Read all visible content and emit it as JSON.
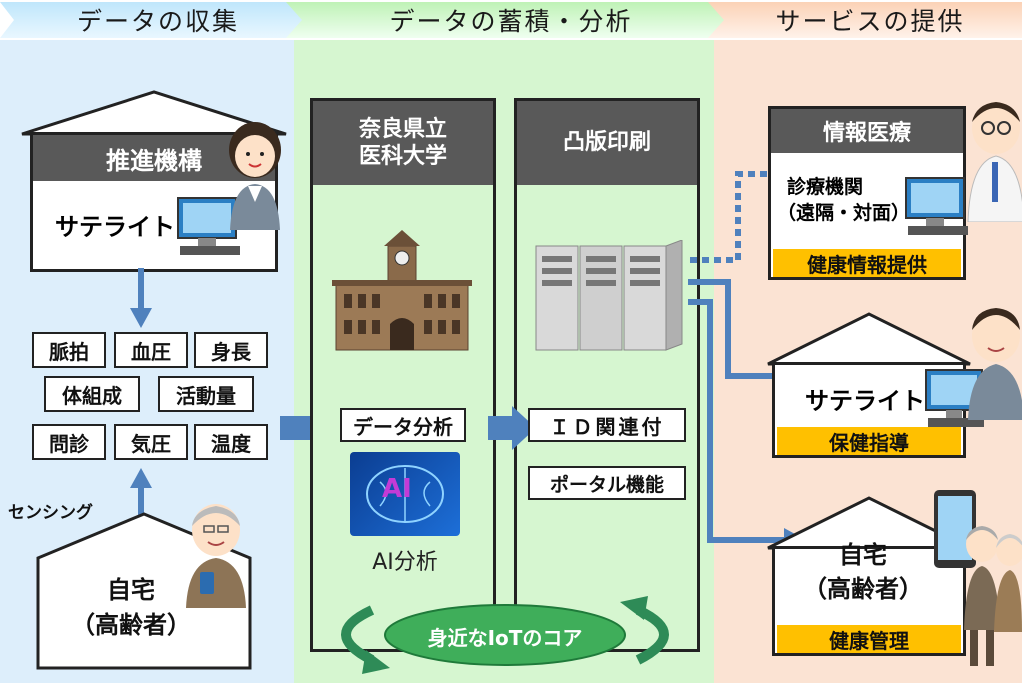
{
  "header": {
    "stage1": "データの収集",
    "stage2": "データの蓄積・分析",
    "stage3": "サービスの提供"
  },
  "collect": {
    "org_title": "推進機構",
    "satellite_label": "サテライト",
    "measures": [
      "脈拍",
      "血圧",
      "身長",
      "体組成",
      "活動量",
      "問診",
      "気圧",
      "温度"
    ],
    "sensing_label": "センシング",
    "home_line1": "自宅",
    "home_line2": "（高齢者）"
  },
  "analyze": {
    "univ_title_line1": "奈良県立",
    "univ_title_line2": "医科大学",
    "data_analysis": "データ分析",
    "ai_chip": "AI",
    "ai_caption": "AI分析",
    "printing_title": "凸版印刷",
    "id_link": "ＩＤ関連付",
    "portal": "ポータル機能",
    "iot_core": "身近なIoTのコア"
  },
  "service": {
    "medical_title": "情報医療",
    "clinic_line1": "診療機関",
    "clinic_line2": "（遠隔・対面）",
    "health_info": "健康情報提供",
    "satellite_label": "サテライト",
    "health_guidance": "保健指導",
    "home_line1": "自宅",
    "home_line2": "（高齢者）",
    "health_mgmt": "健康管理"
  },
  "colors": {
    "collect_bg": "#ddeefb",
    "analyze_bg": "#d6f6d0",
    "service_bg": "#fbe3d3",
    "arrow_blue": "#4f81bd",
    "band_gray": "#595959",
    "band_orange": "#ffc000",
    "cycle_green": "#2e8b57"
  }
}
